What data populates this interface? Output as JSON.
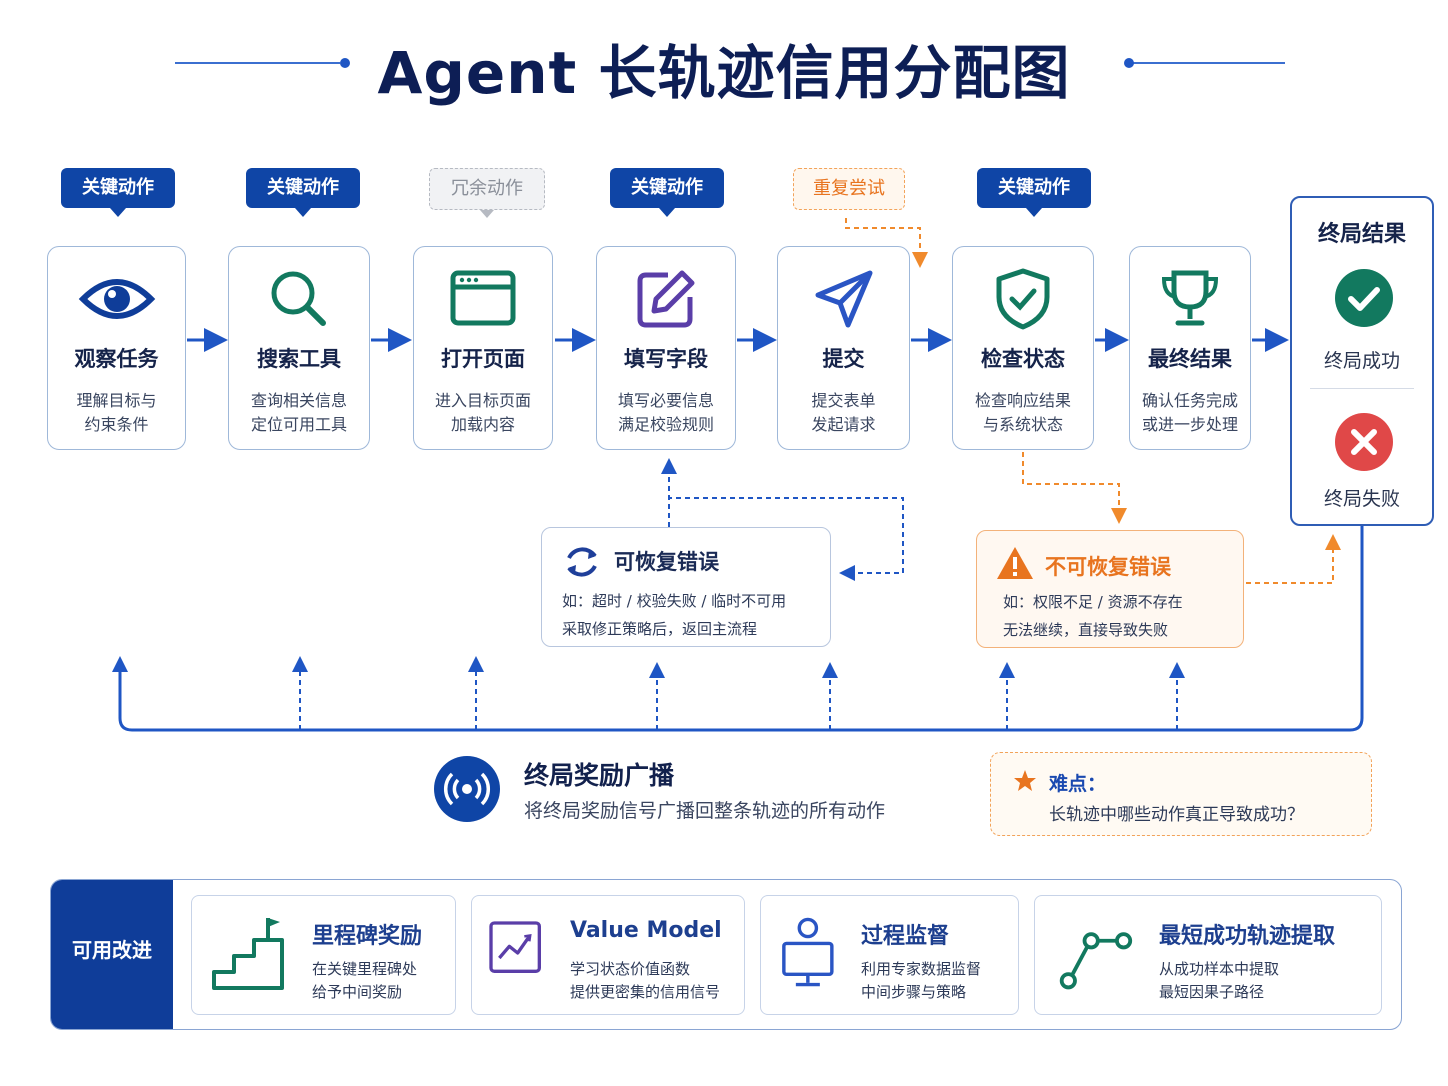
{
  "title": "Agent 长轨迹信用分配图",
  "tags": [
    {
      "label": "关键动作",
      "kind": "key"
    },
    {
      "label": "关键动作",
      "kind": "key"
    },
    {
      "label": "冗余动作",
      "kind": "redundant"
    },
    {
      "label": "关键动作",
      "kind": "key"
    },
    {
      "label": "重复尝试",
      "kind": "retry"
    },
    {
      "label": "关键动作",
      "kind": "key"
    }
  ],
  "steps": [
    {
      "name": "观察任务",
      "d1": "理解目标与",
      "d2": "约束条件",
      "icon": "eye-icon"
    },
    {
      "name": "搜索工具",
      "d1": "查询相关信息",
      "d2": "定位可用工具",
      "icon": "search-icon"
    },
    {
      "name": "打开页面",
      "d1": "进入目标页面",
      "d2": "加载内容",
      "icon": "browser-window-icon"
    },
    {
      "name": "填写字段",
      "d1": "填写必要信息",
      "d2": "满足校验规则",
      "icon": "edit-icon"
    },
    {
      "name": "提交",
      "d1": "提交表单",
      "d2": "发起请求",
      "icon": "send-icon"
    },
    {
      "name": "检查状态",
      "d1": "检查响应结果",
      "d2": "与系统状态",
      "icon": "shield-check-icon"
    },
    {
      "name": "最终结果",
      "d1": "确认任务完成",
      "d2": "或进一步处理",
      "icon": "trophy-icon"
    }
  ],
  "final": {
    "title": "终局结果",
    "success": "终局成功",
    "failure": "终局失败",
    "success_icon": "check-circle-icon",
    "failure_icon": "x-circle-icon"
  },
  "recoverable": {
    "title": "可恢复错误",
    "line1": "如：超时 / 校验失败 / 临时不可用",
    "line2": "采取修正策略后，返回主流程",
    "icon": "refresh-icon"
  },
  "unrecoverable": {
    "title": "不可恢复错误",
    "line1": "如：权限不足 / 资源不存在",
    "line2": "无法继续，直接导致失败",
    "icon": "warning-icon"
  },
  "broadcast": {
    "title": "终局奖励广播",
    "desc": "将终局奖励信号广播回整条轨迹的所有动作",
    "icon": "broadcast-icon"
  },
  "difficulty": {
    "title": "难点：",
    "body": "长轨迹中哪些动作真正导致成功？",
    "icon": "star-icon"
  },
  "improvements": {
    "label": "可用改进",
    "items": [
      {
        "title": "里程碑奖励",
        "a": "在关键里程碑处",
        "b": "给予中间奖励",
        "icon": "milestone-stairs-icon"
      },
      {
        "title": "Value Model",
        "a": "学习状态价值函数",
        "b": "提供更密集的信用信号",
        "icon": "trend-chart-icon"
      },
      {
        "title": "过程监督",
        "a": "利用专家数据监督",
        "b": "中间步骤与策略",
        "icon": "supervisor-monitor-icon"
      },
      {
        "title": "最短成功轨迹提取",
        "a": "从成功样本中提取",
        "b": "最短因果子路径",
        "icon": "path-nodes-icon"
      }
    ]
  },
  "colors": {
    "primary": "#0f45a6",
    "navy": "#0d1e55",
    "orange": "#e8741f",
    "success": "#12795f",
    "failure": "#e04848",
    "green_icon": "#12795f",
    "purple_icon": "#5a3ea8"
  }
}
